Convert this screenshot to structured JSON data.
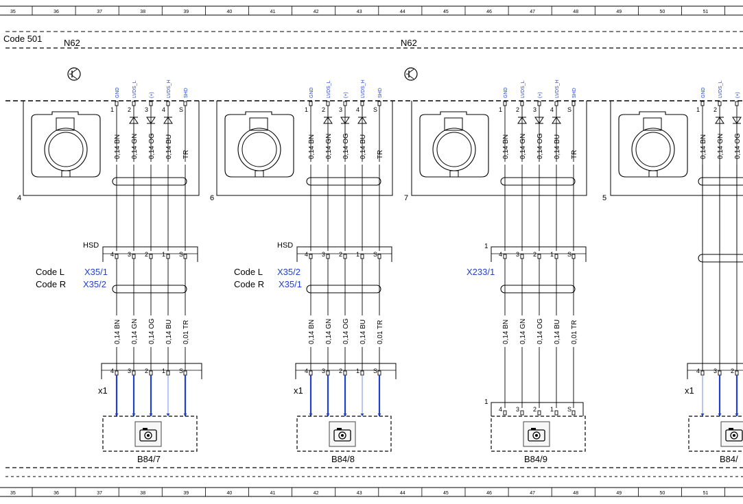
{
  "grid": [
    "35",
    "36",
    "37",
    "38",
    "39",
    "40",
    "41",
    "42",
    "43",
    "44",
    "45",
    "46",
    "47",
    "48",
    "49",
    "50",
    "51"
  ],
  "header": {
    "code_label": "Code 501",
    "module_left": "N62",
    "module_right": "N62"
  },
  "signals": [
    "GND",
    "LVDS_L",
    "(+)",
    "LVDS_H",
    "SHD"
  ],
  "top_pins": [
    "1",
    "2",
    "3",
    "4",
    "S"
  ],
  "bus_pins": [
    "4",
    "3",
    "2",
    "1",
    "S"
  ],
  "wires_top": [
    "0,14 BN",
    "0,14 GN",
    "0,14 OG",
    "0,14 BU",
    "TR"
  ],
  "wires_mid": [
    "0,14 BN",
    "0,14 GN",
    "0,14 OG",
    "0,14 BU",
    "0,01 TR"
  ],
  "channels": [
    {
      "housing": "4",
      "code_l": "Code L",
      "code_r": "Code R",
      "conn_l": "X35/1",
      "conn_r": "X35/2",
      "hsd": "HSD",
      "x1": "x1",
      "camera": "B84/7"
    },
    {
      "housing": "6",
      "code_l": "Code L",
      "code_r": "Code R",
      "conn_l": "X35/2",
      "conn_r": "X35/1",
      "hsd": "HSD",
      "x1": "x1",
      "camera": "B84/8"
    },
    {
      "housing": "7",
      "conn_l": "X233/1",
      "hsd_pin": "1",
      "lower_pin": "1",
      "camera": "B84/9"
    },
    {
      "housing": "5",
      "x1": "x1",
      "camera": "B84/"
    }
  ],
  "colors": {
    "signal": "#1f3fd0",
    "wire_blue": "#1f3fd0",
    "wire_light": "#8fa0e8"
  }
}
